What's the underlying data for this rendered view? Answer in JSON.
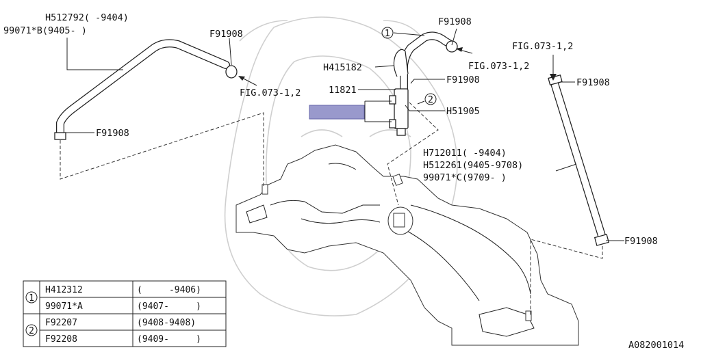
{
  "labels": {
    "h512792": "H512792(   -9404)",
    "b99071": "99071*B(9405-   )",
    "f_top_left": "F91908",
    "fig_left": "FIG.073-1,2",
    "f_bottom_left": "F91908",
    "h415182": "H415182",
    "c11821": "11821",
    "f_mid": "F91908",
    "h51905": "H51905",
    "f_top_mid": "F91908",
    "fig_mid": "FIG.073-1,2",
    "fig_right": "FIG.073-1,2",
    "f_right_top": "F91908",
    "h712011": "H712011(   -9404)",
    "h512261": "H512261(9405-9708)",
    "c99071": "99071*C(9709-   )",
    "f_right_bottom": "F91908",
    "callout1": "1",
    "callout2": "2",
    "code": "A082001014"
  },
  "highlight_color": "#9999cc",
  "table": {
    "groups": [
      {
        "ref": "1",
        "rows": [
          {
            "part": "H412312",
            "range": "(     -9406)"
          },
          {
            "part": "99071*A",
            "range": "(9407-     )"
          }
        ]
      },
      {
        "ref": "2",
        "rows": [
          {
            "part": "F92207",
            "range": "(9408-9408)"
          },
          {
            "part": "F92208",
            "range": "(9409-     )"
          }
        ]
      }
    ]
  }
}
